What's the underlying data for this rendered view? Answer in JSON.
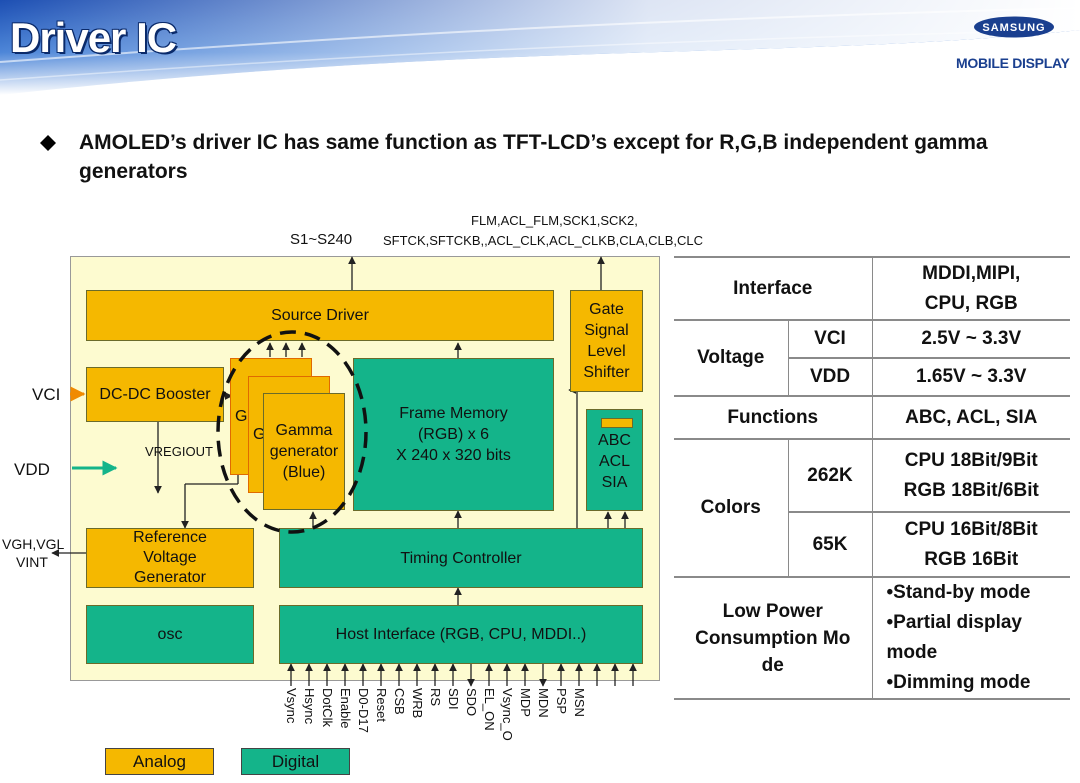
{
  "header": {
    "title": "Driver IC",
    "logo_text": "SAMSUNG",
    "logo_sub": "MOBILE DISPLAY"
  },
  "bullet": {
    "text": "AMOLED’s driver IC has same function as TFT-LCD’s except for R,G,B independent gamma generators"
  },
  "diagram": {
    "top_output_s": "S1~S240",
    "top_output_signals_1": "FLM,ACL_FLM,SCK1,SCK2,",
    "top_output_signals_2": "SFTCK,SFTCKB,,ACL_CLK,ACL_CLKB,CLA,CLB,CLC",
    "vci": "VCI",
    "vdd": "VDD",
    "vgh": "VGH,VGL",
    "vint": "VINT",
    "vregiout": "VREGIOUT",
    "source_driver": "Source Driver",
    "gate_shifter": "Gate Signal Level Shifter",
    "dcdc": "DC-DC Booster",
    "gamma_r": "G ge",
    "gamma_g": "G ge",
    "gamma_blue": "Gamma generator (Blue)",
    "frame_memory_1": "Frame Memory",
    "frame_memory_2": "(RGB) x 6",
    "frame_memory_3": "X 240 x 320 bits",
    "abc_1": "ABC",
    "abc_2": "ACL",
    "abc_3": "SIA",
    "ref_voltage": "Reference Voltage Generator",
    "timing": "Timing Controller",
    "osc": "osc",
    "host_interface": "Host Interface (RGB, CPU, MDDI..)",
    "pins": [
      "Vsync",
      "Hsync",
      "DotClk",
      "Enable",
      "D0-D17",
      "Reset",
      "CSB",
      "WRB",
      "RS",
      "SDI",
      "SDO",
      "EL_ON",
      "Vsync_O",
      "MDP",
      "MDN",
      "PSP",
      "MSN"
    ],
    "legend_analog": "Analog",
    "legend_digital": "Digital",
    "colors": {
      "analog": "#f5b800",
      "digital": "#14b48a"
    }
  },
  "spec_table": {
    "interface_label": "Interface",
    "interface_value_1": "MDDI,MIPI,",
    "interface_value_2": "CPU, RGB",
    "voltage_label": "Voltage",
    "vci_label": "VCI",
    "vci_value": "2.5V ~ 3.3V",
    "vdd_label": "VDD",
    "vdd_value": "1.65V ~ 3.3V",
    "functions_label": "Functions",
    "functions_value": "ABC, ACL, SIA",
    "colors_label": "Colors",
    "c262_label": "262K",
    "c262_value_1": "CPU 18Bit/9Bit",
    "c262_value_2": "RGB 18Bit/6Bit",
    "c65_label": "65K",
    "c65_value_1": "CPU 16Bit/8Bit",
    "c65_value_2": "RGB 16Bit",
    "lowpower_label": "Low Power Consumption Mo de",
    "lowpower_items": [
      "•Stand-by mode",
      "•Partial display mode",
      "•Dimming mode"
    ]
  }
}
